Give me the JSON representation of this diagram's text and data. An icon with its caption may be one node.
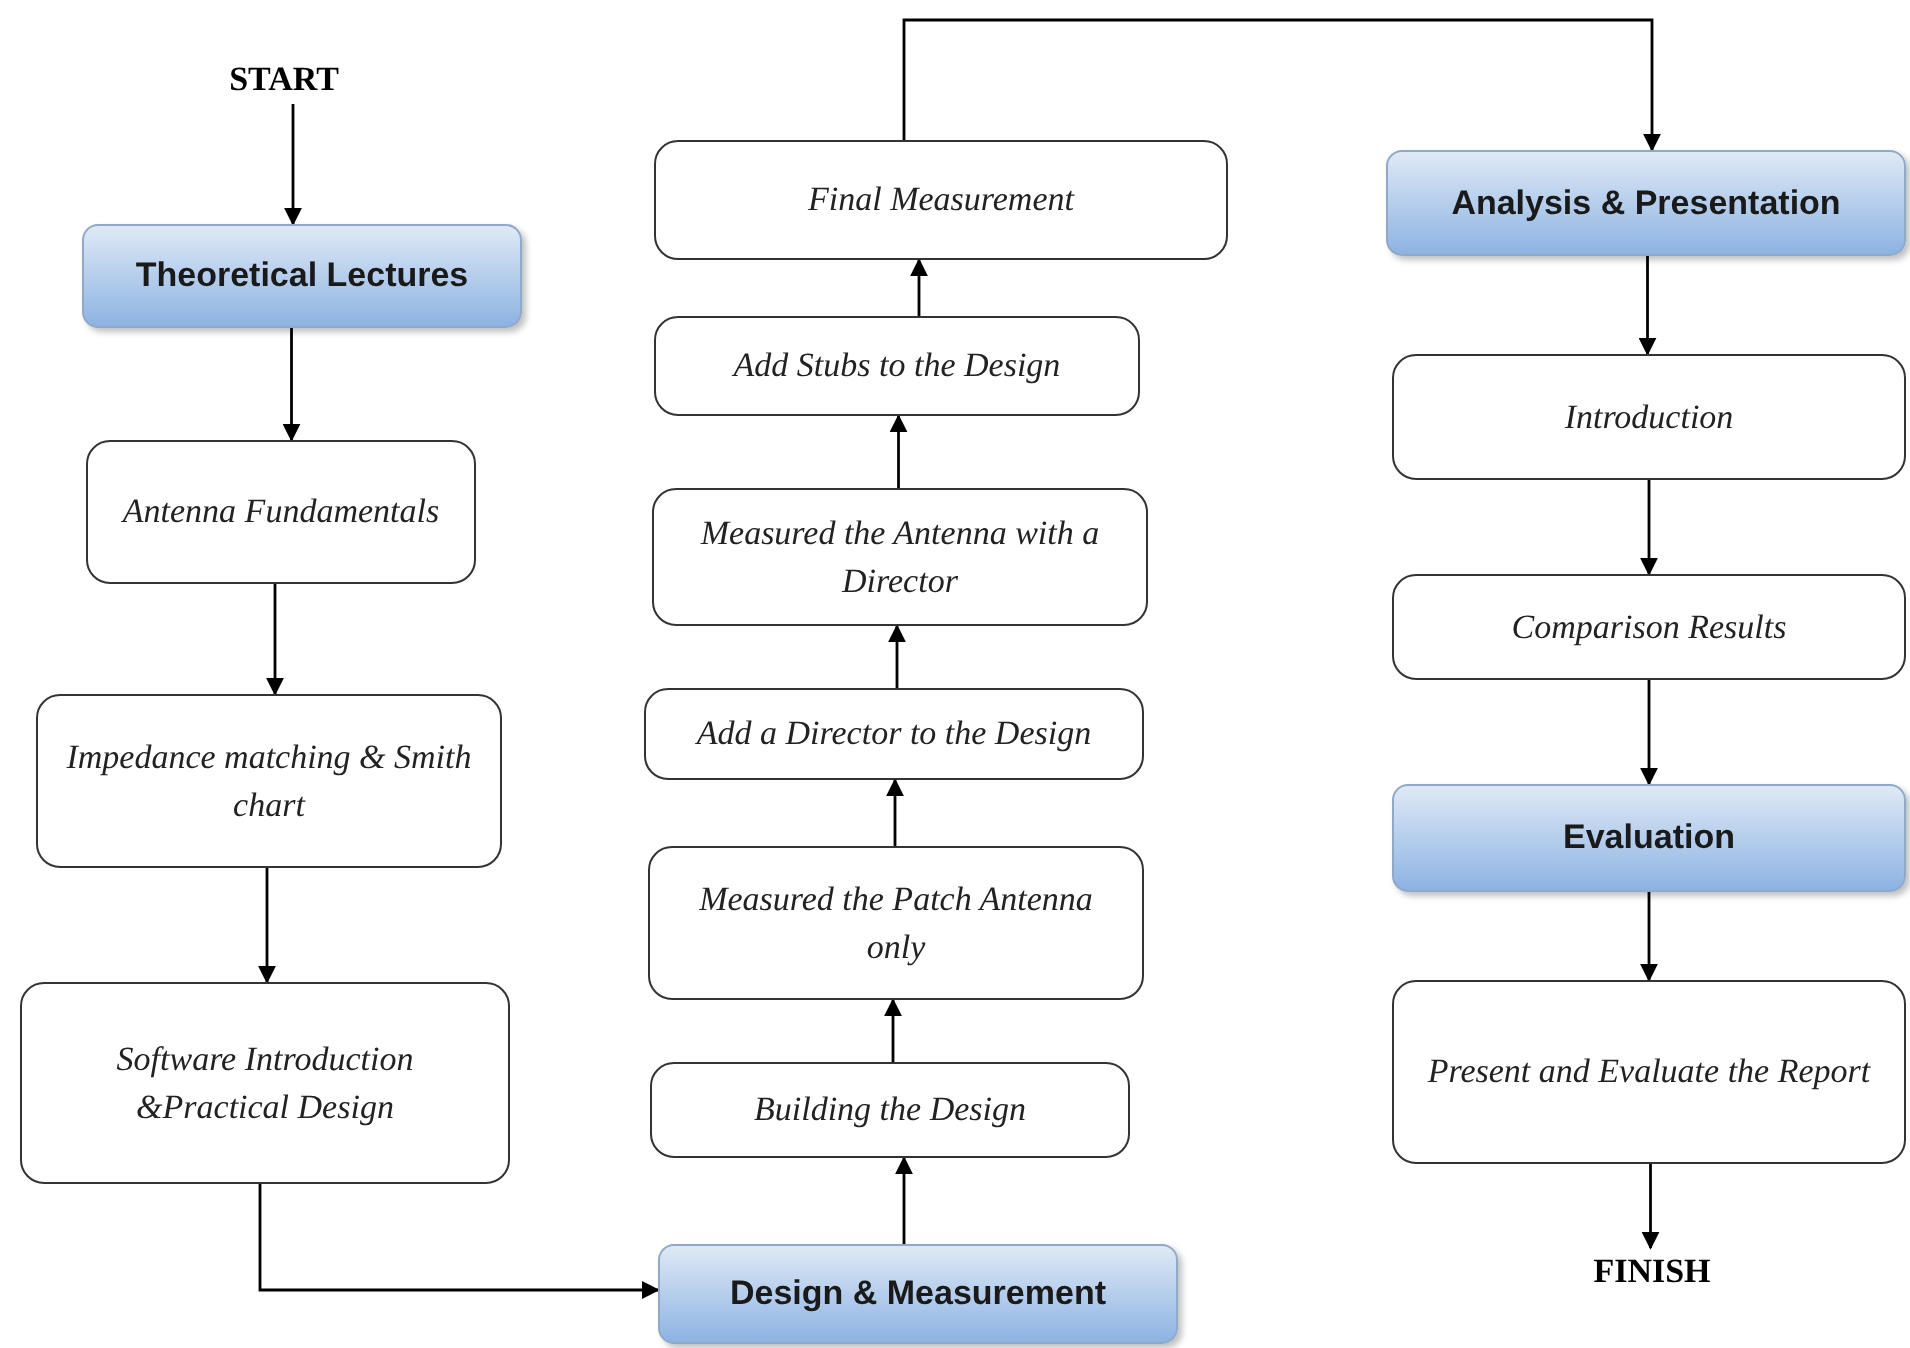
{
  "diagram": {
    "nodes": [
      {
        "text": [
          "START"
        ]
      },
      {
        "text": [
          "Theoretical Lectures"
        ]
      },
      {
        "text": [
          "Antenna Fundamentals"
        ]
      },
      {
        "text": [
          "Impedance matching & Smith chart"
        ]
      },
      {
        "text": [
          "Software Introduction &Practical Design"
        ]
      },
      {
        "text": [
          "Design & Measurement"
        ]
      },
      {
        "text": [
          "Building the Design"
        ]
      },
      {
        "text": [
          "Measured the Patch Antenna only"
        ]
      },
      {
        "text": [
          "Add a Director to the Design"
        ]
      },
      {
        "text": [
          "Measured the Antenna with a Director"
        ]
      },
      {
        "text": [
          "Add Stubs to the Design"
        ]
      },
      {
        "text": [
          "Final Measurement"
        ]
      },
      {
        "text": [
          "Analysis & Presentation"
        ]
      },
      {
        "text": [
          "Introduction"
        ]
      },
      {
        "text": [
          "Comparison Results"
        ]
      },
      {
        "text": [
          "Evaluation"
        ]
      },
      {
        "text": [
          "Present and Evaluate the Report"
        ]
      },
      {
        "text": [
          "FINISH"
        ]
      }
    ],
    "edges": [
      {
        "from": 0,
        "to": 1,
        "arrow": "to"
      },
      {
        "from": 1,
        "to": 2,
        "arrow": "to"
      },
      {
        "from": 2,
        "to": 3,
        "arrow": "to"
      },
      {
        "from": 3,
        "to": 4,
        "arrow": "to"
      },
      {
        "from": 4,
        "to": 5,
        "arrow": "to"
      },
      {
        "from": 5,
        "to": 6,
        "arrow": "to"
      },
      {
        "from": 6,
        "to": 7,
        "arrow": "to"
      },
      {
        "from": 7,
        "to": 8,
        "arrow": "to"
      },
      {
        "from": 8,
        "to": 9,
        "arrow": "to"
      },
      {
        "from": 9,
        "to": 10,
        "arrow": "to"
      },
      {
        "from": 10,
        "to": 11,
        "arrow": "to"
      },
      {
        "from": 11,
        "to": 12,
        "arrow": "to"
      },
      {
        "from": 12,
        "to": 13,
        "arrow": "to"
      },
      {
        "from": 13,
        "to": 14,
        "arrow": "to"
      },
      {
        "from": 14,
        "to": 15,
        "arrow": "to"
      },
      {
        "from": 15,
        "to": 16,
        "arrow": "to"
      },
      {
        "from": 16,
        "to": 17,
        "arrow": "to"
      }
    ]
  }
}
